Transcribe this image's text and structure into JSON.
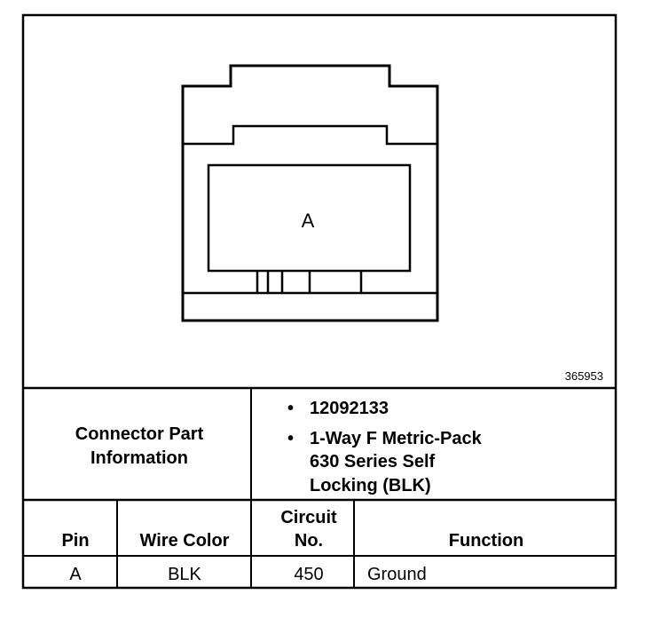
{
  "diagram": {
    "cavity_label": "A",
    "figure_number": "365953"
  },
  "connector_info": {
    "label_line1": "Connector Part",
    "label_line2": "Information",
    "bullet": "•",
    "part_number": "12092133",
    "desc_line1": "1-Way F Metric-Pack",
    "desc_line2": "630 Series Self",
    "desc_line3": "Locking (BLK)"
  },
  "table": {
    "headers": {
      "pin": "Pin",
      "wire_color": "Wire Color",
      "circuit_line1": "Circuit",
      "circuit_line2": "No.",
      "function": "Function"
    },
    "rows": [
      {
        "pin": "A",
        "wire_color": "BLK",
        "circuit": "450",
        "function": "Ground"
      }
    ]
  }
}
